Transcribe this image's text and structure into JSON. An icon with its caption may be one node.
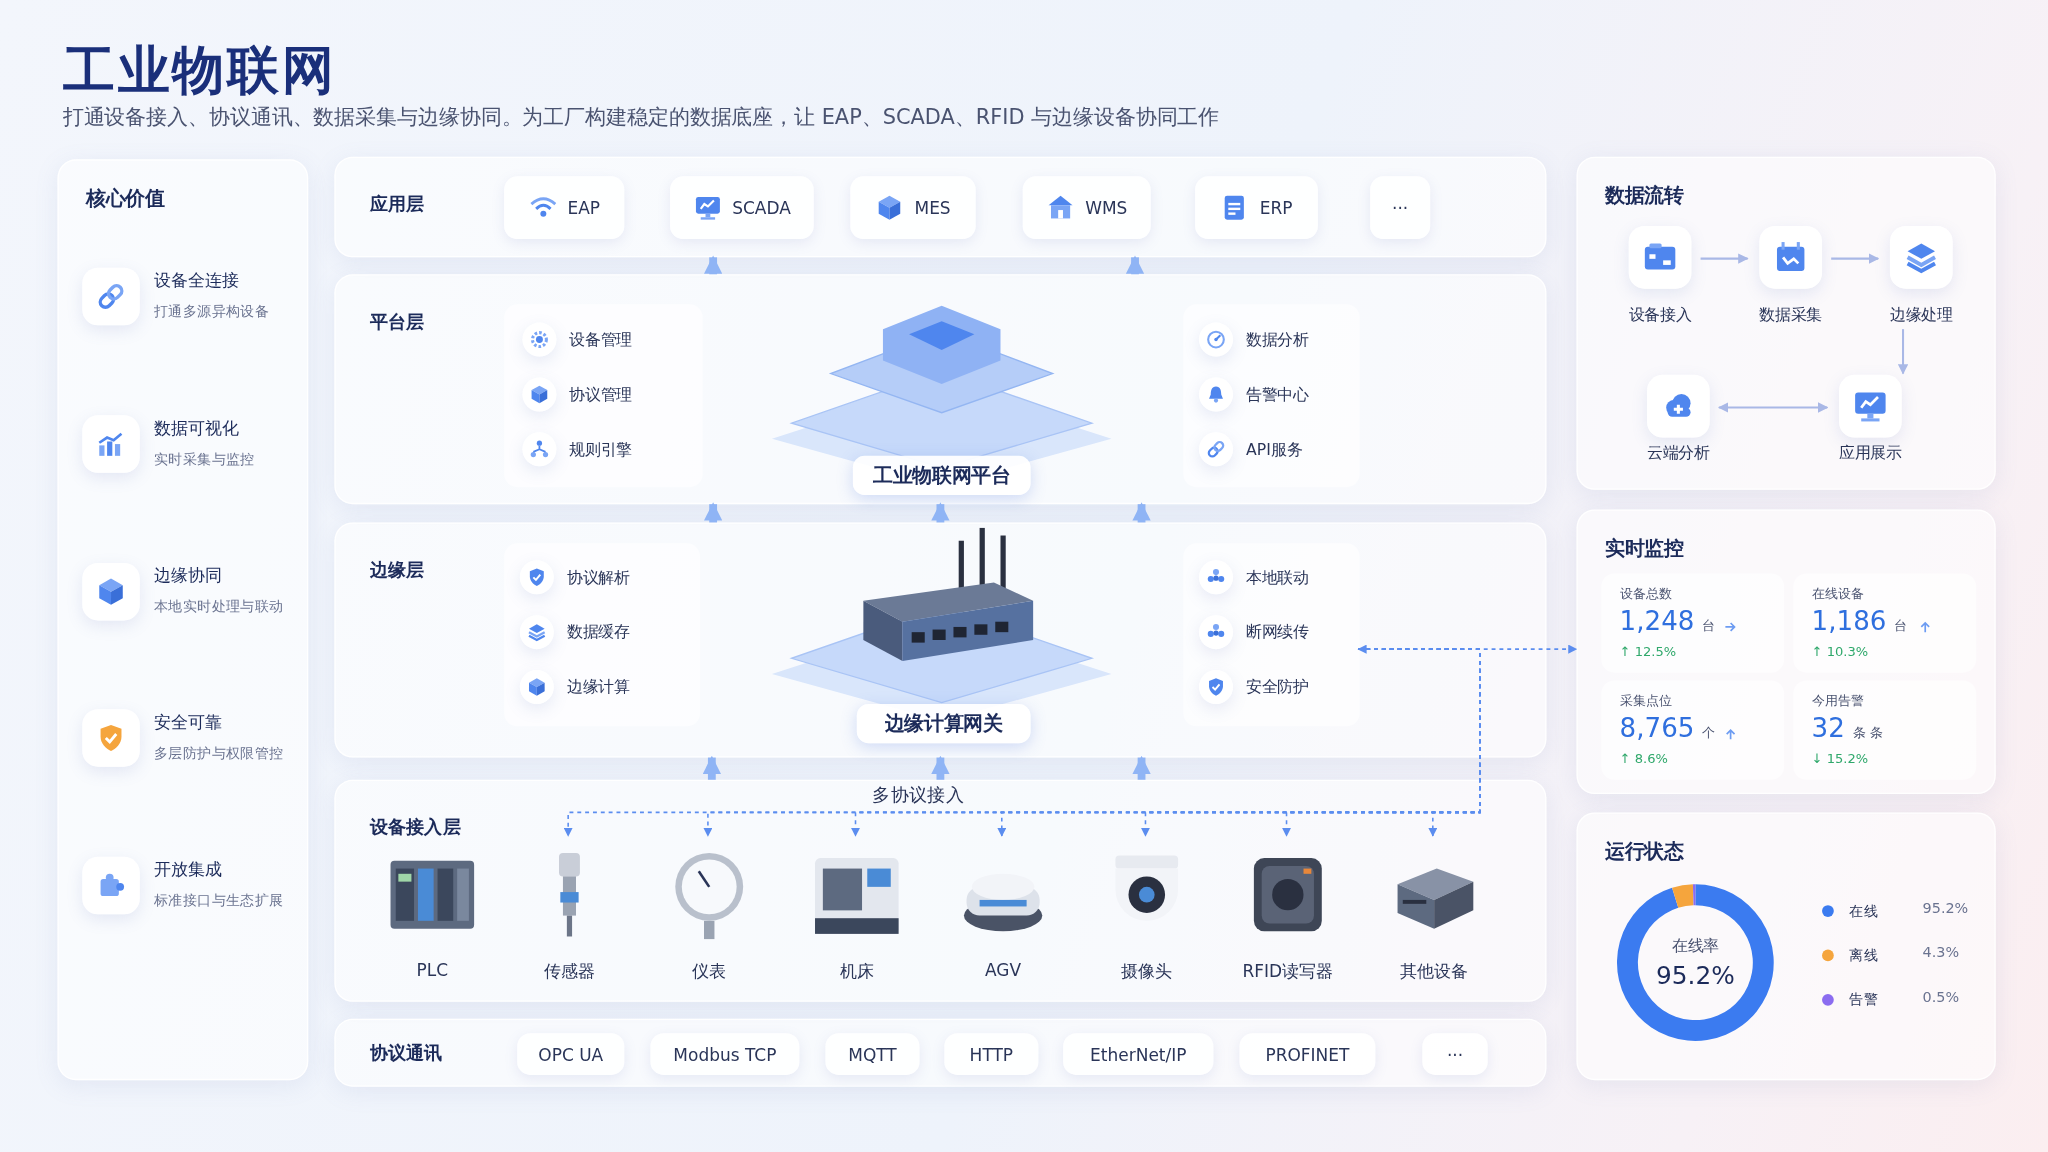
{
  "diagram": {
    "title": "工业物联网",
    "nodes": [
      {
        "text": [
          "核心价值"
        ]
      },
      {
        "text": [
          "设备全连接",
          "打通多源异构设备"
        ],
        "in": 0
      },
      {
        "text": [
          "数据可视化",
          "实时采集与监控"
        ],
        "in": 0
      },
      {
        "text": [
          "边缘协同",
          "本地实时处理与联动"
        ],
        "in": 0
      },
      {
        "text": [
          "安全可靠",
          "多层防护与权限管控"
        ],
        "in": 0
      },
      {
        "text": [
          "开放集成",
          "标准接口与生态扩展"
        ],
        "in": 0
      },
      {
        "text": [
          "应用层"
        ]
      },
      {
        "text": [
          "EAP"
        ],
        "in": 6
      },
      {
        "text": [
          "SCADA"
        ],
        "in": 6
      },
      {
        "text": [
          "MES"
        ],
        "in": 6
      },
      {
        "text": [
          "WMS"
        ],
        "in": 6
      },
      {
        "text": [
          "ERP"
        ],
        "in": 6
      },
      {
        "text": [
          "···"
        ],
        "in": 6
      },
      {
        "text": [
          "平台层"
        ]
      },
      {
        "text": [],
        "shape": "box",
        "in": 13
      },
      {
        "text": [
          "设备管理"
        ],
        "in": 14
      },
      {
        "text": [
          "协议管理"
        ],
        "in": 14
      },
      {
        "text": [
          "规则引擎"
        ],
        "in": 14
      },
      {
        "text": [
          "工业物联网平台"
        ],
        "in": 13
      },
      {
        "text": [],
        "shape": "box",
        "in": 13
      },
      {
        "text": [
          "数据分析"
        ],
        "in": 19
      },
      {
        "text": [
          "告警中心"
        ],
        "in": 19
      },
      {
        "text": [
          "API服务"
        ],
        "in": 19
      },
      {
        "text": [
          "边缘层"
        ]
      },
      {
        "text": [],
        "shape": "box",
        "in": 23
      },
      {
        "text": [
          "协议解析"
        ],
        "in": 24
      },
      {
        "text": [
          "数据缓存"
        ],
        "in": 24
      },
      {
        "text": [
          "边缘计算"
        ],
        "in": 24
      },
      {
        "text": [
          "边缘计算网关"
        ],
        "in": 23
      },
      {
        "text": [],
        "shape": "box",
        "in": 23
      },
      {
        "text": [
          "本地联动"
        ],
        "in": 29
      },
      {
        "text": [
          "断网续传"
        ],
        "in": 29
      },
      {
        "text": [
          "安全防护"
        ],
        "in": 29
      },
      {
        "text": [
          "设备接入层"
        ]
      },
      {
        "text": [
          "PLC"
        ],
        "in": 33
      },
      {
        "text": [
          "传感器"
        ],
        "in": 33
      },
      {
        "text": [
          "仪表"
        ],
        "in": 33
      },
      {
        "text": [
          "机床"
        ],
        "in": 33
      },
      {
        "text": [
          "AGV"
        ],
        "in": 33
      },
      {
        "text": [
          "摄像头"
        ],
        "in": 33
      },
      {
        "text": [
          "RFID读写器"
        ],
        "in": 33
      },
      {
        "text": [
          "其他设备"
        ],
        "in": 33
      },
      {
        "text": [
          "协议通讯"
        ]
      },
      {
        "text": [
          "OPC UA"
        ],
        "in": 42
      },
      {
        "text": [
          "Modbus TCP"
        ],
        "in": 42
      },
      {
        "text": [
          "MQTT"
        ],
        "in": 42
      },
      {
        "text": [
          "HTTP"
        ],
        "in": 42
      },
      {
        "text": [
          "EtherNet/IP"
        ],
        "in": 42
      },
      {
        "text": [
          "PROFINET"
        ],
        "in": 42
      },
      {
        "text": [
          "···"
        ],
        "in": 42
      },
      {
        "text": [
          "数据流转"
        ]
      },
      {
        "text": [
          "设备接入"
        ],
        "in": 50
      },
      {
        "text": [
          "数据采集"
        ],
        "in": 50
      },
      {
        "text": [
          "边缘处理"
        ],
        "in": 50
      },
      {
        "text": [
          "云端分析"
        ],
        "in": 50
      },
      {
        "text": [
          "应用展示"
        ],
        "in": 50
      },
      {
        "text": [
          "实时监控"
        ]
      },
      {
        "text": [
          "设备总数",
          "1,248",
          "台",
          "↑ 12.5%"
        ],
        "in": 56
      },
      {
        "text": [
          "在线设备",
          "1,186",
          "台",
          "↑ 10.3%"
        ],
        "in": 56
      },
      {
        "text": [
          "采集点位",
          "8,765",
          "个",
          "↑ 8.6%"
        ],
        "in": 56
      },
      {
        "text": [
          "今用告警",
          "32",
          "条 条",
          "↓ 15.2%"
        ],
        "in": 56
      },
      {
        "text": [
          "运行状态"
        ]
      }
    ],
    "edges": [
      {
        "from": 13,
        "to": 6,
        "arrow": "to",
        "style": "thick"
      },
      {
        "from": 13,
        "to": 6,
        "arrow": "to",
        "style": "thick"
      },
      {
        "from": 23,
        "to": 13,
        "arrow": "to",
        "style": "thick"
      },
      {
        "from": 23,
        "to": 13,
        "arrow": "to",
        "style": "thick"
      },
      {
        "from": 23,
        "to": 13,
        "arrow": "to",
        "style": "thick"
      },
      {
        "from": 33,
        "to": 23,
        "arrow": "to",
        "style": "thick"
      },
      {
        "from": 33,
        "to": 23,
        "arrow": "to",
        "style": "thick"
      },
      {
        "from": 33,
        "to": 23,
        "arrow": "to",
        "style": "thick"
      },
      {
        "from": 29,
        "to": 35,
        "arrow": "to",
        "style": "dashed"
      },
      {
        "from": 29,
        "to": 36,
        "arrow": "to",
        "style": "dashed"
      },
      {
        "from": 29,
        "to": 37,
        "arrow": "to",
        "style": "dashed"
      },
      {
        "from": 29,
        "to": 38,
        "arrow": "to",
        "style": "dashed"
      },
      {
        "from": 29,
        "to": 39,
        "arrow": "to",
        "style": "dashed"
      },
      {
        "from": 29,
        "to": 40,
        "arrow": "to",
        "style": "dashed"
      },
      {
        "from": 29,
        "to": 41,
        "arrow": "to",
        "style": "dashed"
      },
      {
        "from": 29,
        "to": 56,
        "arrow": "both",
        "style": "dashed"
      },
      {
        "from": 51,
        "to": 52,
        "arrow": "to"
      },
      {
        "from": 52,
        "to": 53,
        "arrow": "to"
      },
      {
        "from": 53,
        "to": 55,
        "arrow": "to"
      },
      {
        "from": 54,
        "to": 55,
        "arrow": "both"
      }
    ],
    "labels": [
      "打通设备接入、协议通讯、数据采集与边缘协同。为工厂构建稳定的数据底座，让 EAP、SCADA、RFID 与边缘设备协同工作",
      "多协议接入",
      "95.2%",
      "4.3%",
      "0.5%"
    ],
    "legend": [
      {
        "text": "在线",
        "color": "#3b7bf0"
      },
      {
        "text": "离线",
        "color": "#f5a53d"
      },
      {
        "text": "告警",
        "color": "#8b6cf0"
      }
    ],
    "chart_data": {
      "type": "donut",
      "values": [
        95.2,
        4.3,
        0.5
      ],
      "annotations": [
        "在线率",
        "95.2%"
      ]
    }
  }
}
